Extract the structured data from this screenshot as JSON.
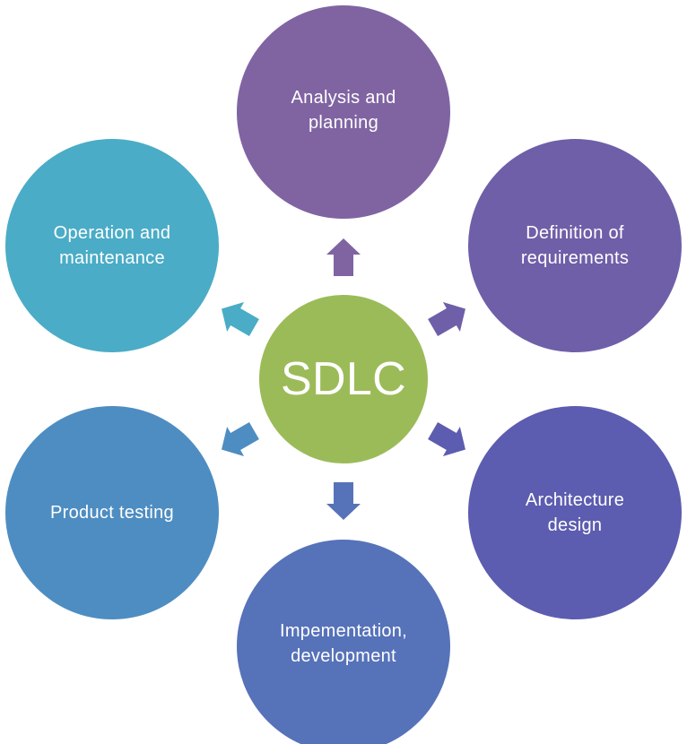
{
  "center": {
    "label": "SDLC",
    "color": "#9bbb59"
  },
  "stages": [
    {
      "label": "Analysis and\nplanning",
      "color": "#8064a2"
    },
    {
      "label": "Definition of\nrequirements",
      "color": "#6f5fa8"
    },
    {
      "label": "Architecture\ndesign",
      "color": "#5c5cb0"
    },
    {
      "label": "Impementation,\ndevelopment",
      "color": "#5672b9"
    },
    {
      "label": "Product testing",
      "color": "#4e8dc1"
    },
    {
      "label": "Operation and\nmaintenance",
      "color": "#4aacc6"
    }
  ]
}
